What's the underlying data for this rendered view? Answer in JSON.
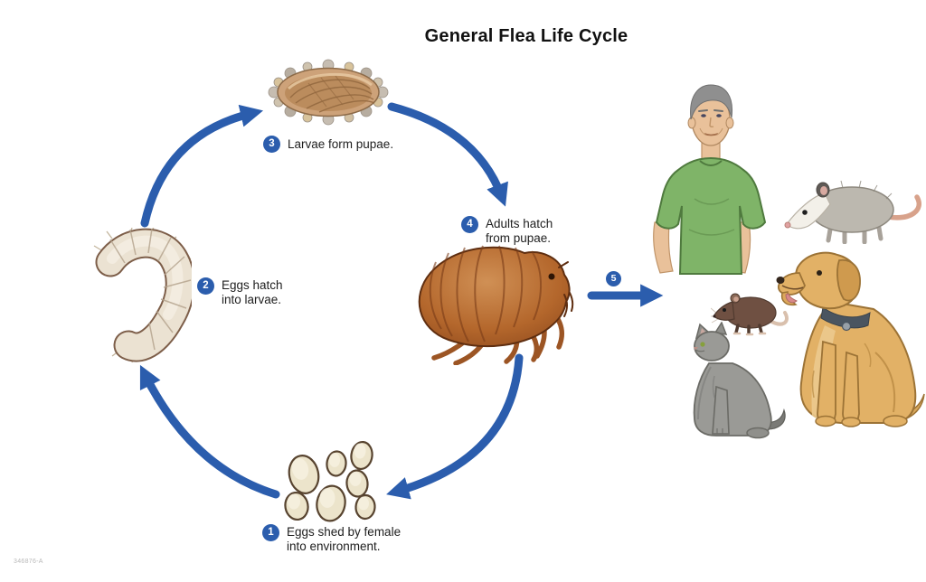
{
  "title": "General Flea Life Cycle",
  "figure_code": "346876-A",
  "colors": {
    "arrow_blue": "#2b5dad",
    "badge_blue": "#2b5dad",
    "badge_text": "#ffffff",
    "label_text": "#1e1e1e",
    "background": "#ffffff"
  },
  "steps": [
    {
      "number": "1",
      "lines": [
        "Eggs shed by female",
        "into environment."
      ]
    },
    {
      "number": "2",
      "lines": [
        "Eggs hatch",
        "into larvae."
      ]
    },
    {
      "number": "3",
      "lines": [
        "Larvae form pupae."
      ]
    },
    {
      "number": "4",
      "lines": [
        "Adults hatch",
        "from pupae."
      ]
    },
    {
      "number": "5",
      "lines": []
    }
  ],
  "stages": [
    {
      "id": "eggs",
      "icon": "flea-eggs-illustration"
    },
    {
      "id": "larva",
      "icon": "flea-larva-illustration"
    },
    {
      "id": "pupa",
      "icon": "flea-pupa-illustration"
    },
    {
      "id": "adult",
      "icon": "adult-flea-illustration"
    }
  ],
  "hosts": [
    {
      "icon": "human-host-illustration"
    },
    {
      "icon": "opossum-host-illustration"
    },
    {
      "icon": "rat-host-illustration"
    },
    {
      "icon": "dog-host-illustration"
    },
    {
      "icon": "cat-host-illustration"
    }
  ]
}
